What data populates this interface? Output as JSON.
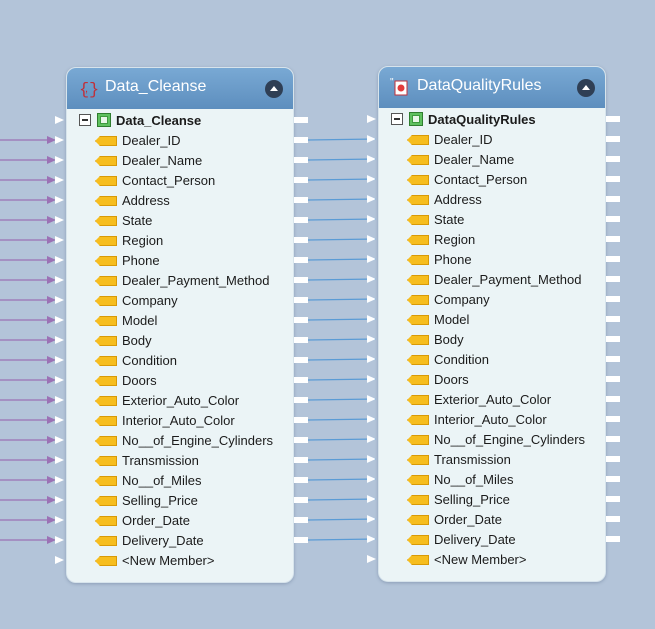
{
  "colors": {
    "canvas": "#b3c4d9",
    "header": "#6a9bc8",
    "body": "#ebf4f6",
    "wire_in": "#9b72b5",
    "wire_link": "#5a9bd5",
    "field_icon": "#f6bd1e"
  },
  "source_node": {
    "title": "Data_Cleanse",
    "icon": "expression-braces-icon",
    "root": "Data_Cleanse",
    "fields": [
      "Dealer_ID",
      "Dealer_Name",
      "Contact_Person",
      "Address",
      "State",
      "Region",
      "Phone",
      "Dealer_Payment_Method",
      "Company",
      "Model",
      "Body",
      "Condition",
      "Doors",
      "Exterior_Auto_Color",
      "Interior_Auto_Color",
      "No__of_Engine_Cylinders",
      "Transmission",
      "No__of_Miles",
      "Selling_Price",
      "Order_Date",
      "Delivery_Date"
    ],
    "new_member": "<New Member>"
  },
  "target_node": {
    "title": "DataQualityRules",
    "icon": "quality-rules-icon",
    "root": "DataQualityRules",
    "fields": [
      "Dealer_ID",
      "Dealer_Name",
      "Contact_Person",
      "Address",
      "State",
      "Region",
      "Phone",
      "Dealer_Payment_Method",
      "Company",
      "Model",
      "Body",
      "Condition",
      "Doors",
      "Exterior_Auto_Color",
      "Interior_Auto_Color",
      "No__of_Engine_Cylinders",
      "Transmission",
      "No__of_Miles",
      "Selling_Price",
      "Order_Date",
      "Delivery_Date"
    ],
    "new_member": "<New Member>"
  }
}
